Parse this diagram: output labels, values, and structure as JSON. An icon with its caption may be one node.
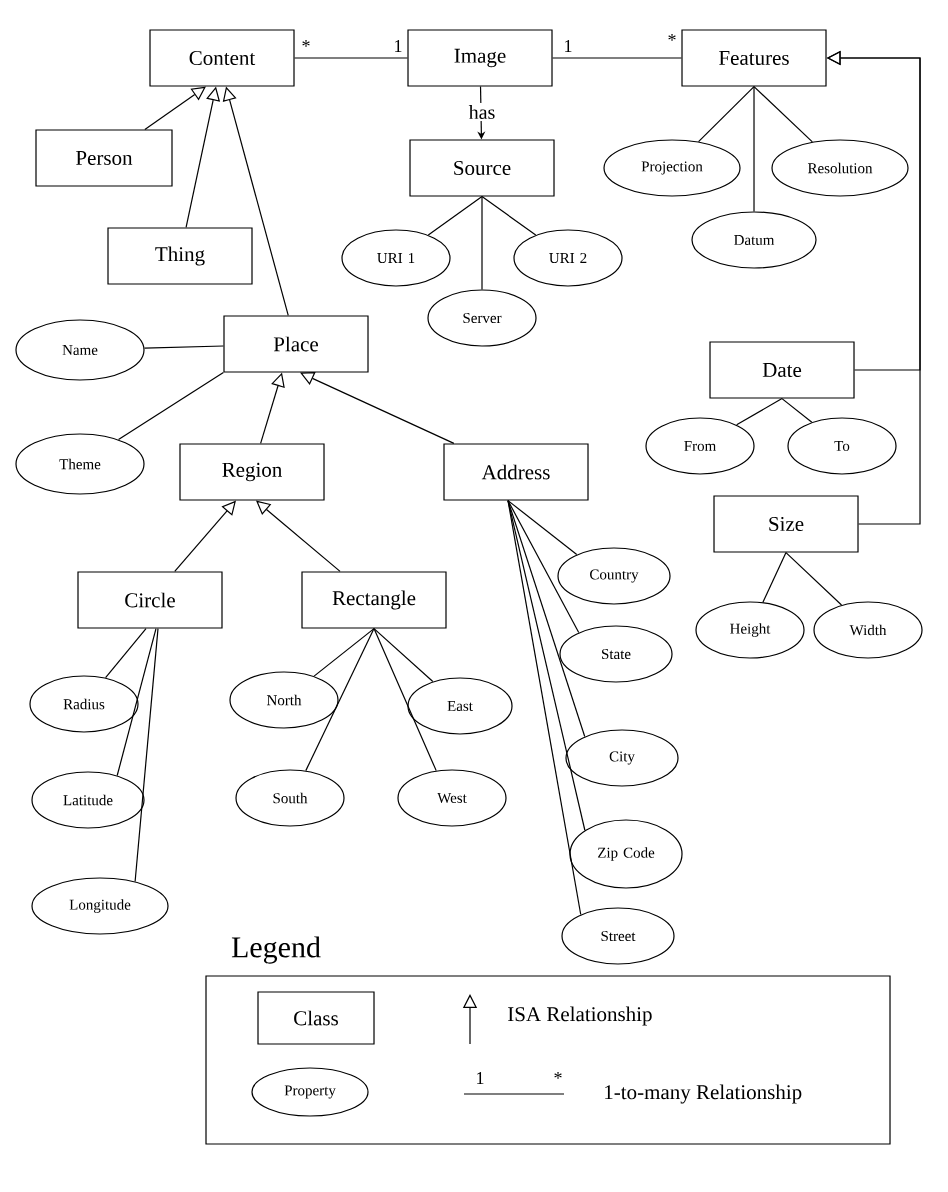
{
  "diagram": {
    "nodes": [
      {
        "text": [
          "Content"
        ]
      },
      {
        "text": [
          "Image"
        ]
      },
      {
        "text": [
          "Features"
        ]
      },
      {
        "text": [
          "Person"
        ]
      },
      {
        "text": [
          "Thing"
        ]
      },
      {
        "text": [
          "Source"
        ]
      },
      {
        "text": [
          "Projection"
        ]
      },
      {
        "text": [
          "Resolution"
        ]
      },
      {
        "text": [
          "Datum"
        ]
      },
      {
        "text": [
          "URI 1"
        ]
      },
      {
        "text": [
          "URI 2"
        ]
      },
      {
        "text": [
          "Server"
        ]
      },
      {
        "text": [
          "Name"
        ]
      },
      {
        "text": [
          "Place"
        ]
      },
      {
        "text": [
          "Date"
        ]
      },
      {
        "text": [
          "Theme"
        ]
      },
      {
        "text": [
          "Region"
        ]
      },
      {
        "text": [
          "Address"
        ]
      },
      {
        "text": [
          "From"
        ]
      },
      {
        "text": [
          "To"
        ]
      },
      {
        "text": [
          "Size"
        ]
      },
      {
        "text": [
          "Country"
        ]
      },
      {
        "text": [
          "Circle"
        ]
      },
      {
        "text": [
          "Rectangle"
        ]
      },
      {
        "text": [
          "Height"
        ]
      },
      {
        "text": [
          "Width"
        ]
      },
      {
        "text": [
          "State"
        ]
      },
      {
        "text": [
          "Radius"
        ]
      },
      {
        "text": [
          "North"
        ]
      },
      {
        "text": [
          "East"
        ]
      },
      {
        "text": [
          "City"
        ]
      },
      {
        "text": [
          "Latitude"
        ]
      },
      {
        "text": [
          "South"
        ]
      },
      {
        "text": [
          "West"
        ]
      },
      {
        "text": [
          "Zip Code"
        ]
      },
      {
        "text": [
          "Longitude"
        ]
      },
      {
        "text": [
          "Street"
        ]
      }
    ],
    "edges": [
      {
        "from": 0,
        "to": 1,
        "arrow": "none"
      },
      {
        "from": 1,
        "to": 2,
        "arrow": "none"
      },
      {
        "from": 1,
        "to": 5,
        "arrow": "to",
        "label": "has"
      },
      {
        "from": 3,
        "to": 0,
        "arrow": "to"
      },
      {
        "from": 4,
        "to": 0,
        "arrow": "to"
      },
      {
        "from": 13,
        "to": 0,
        "arrow": "to"
      },
      {
        "from": 14,
        "to": 2,
        "arrow": "to"
      },
      {
        "from": 20,
        "to": 2,
        "arrow": "to"
      },
      {
        "from": 2,
        "to": 6,
        "arrow": "none"
      },
      {
        "from": 2,
        "to": 8,
        "arrow": "none"
      },
      {
        "from": 2,
        "to": 7,
        "arrow": "none"
      },
      {
        "from": 5,
        "to": 9,
        "arrow": "none"
      },
      {
        "from": 5,
        "to": 11,
        "arrow": "none"
      },
      {
        "from": 5,
        "to": 10,
        "arrow": "none"
      },
      {
        "from": 13,
        "to": 12,
        "arrow": "none"
      },
      {
        "from": 13,
        "to": 15,
        "arrow": "none"
      },
      {
        "from": 16,
        "to": 13,
        "arrow": "to"
      },
      {
        "from": 17,
        "to": 13,
        "arrow": "to"
      },
      {
        "from": 14,
        "to": 18,
        "arrow": "none"
      },
      {
        "from": 14,
        "to": 19,
        "arrow": "none"
      },
      {
        "from": 20,
        "to": 24,
        "arrow": "none"
      },
      {
        "from": 20,
        "to": 25,
        "arrow": "none"
      },
      {
        "from": 22,
        "to": 16,
        "arrow": "to"
      },
      {
        "from": 23,
        "to": 16,
        "arrow": "to"
      },
      {
        "from": 22,
        "to": 27,
        "arrow": "none"
      },
      {
        "from": 22,
        "to": 31,
        "arrow": "none"
      },
      {
        "from": 22,
        "to": 35,
        "arrow": "none"
      },
      {
        "from": 23,
        "to": 28,
        "arrow": "none"
      },
      {
        "from": 23,
        "to": 32,
        "arrow": "none"
      },
      {
        "from": 23,
        "to": 29,
        "arrow": "none"
      },
      {
        "from": 23,
        "to": 33,
        "arrow": "none"
      },
      {
        "from": 17,
        "to": 21,
        "arrow": "none"
      },
      {
        "from": 17,
        "to": 26,
        "arrow": "none"
      },
      {
        "from": 17,
        "to": 30,
        "arrow": "none"
      },
      {
        "from": 17,
        "to": 34,
        "arrow": "none"
      },
      {
        "from": 17,
        "to": 36,
        "arrow": "none"
      }
    ],
    "labels": [
      "*",
      "1",
      "1",
      "*",
      "Legend",
      "1",
      "*"
    ],
    "legend": [
      {
        "text": "Class"
      },
      {
        "text": "Property"
      },
      {
        "text": "ISA Relationship"
      },
      {
        "text": "1-to-many Relationship"
      }
    ]
  }
}
